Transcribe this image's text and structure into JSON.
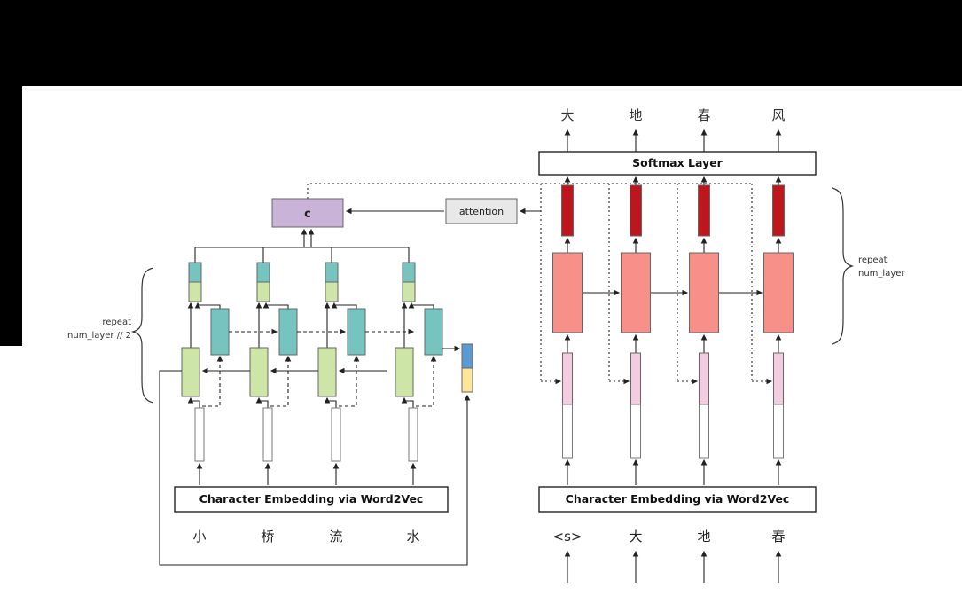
{
  "encoder": {
    "input_chars": [
      "小",
      "桥",
      "流",
      "水"
    ],
    "embedding_label": "Character Embedding via Word2Vec",
    "repeat_line1": "repeat",
    "repeat_line2": "num_layer // 2"
  },
  "decoder": {
    "input_chars": [
      "<s>",
      "大",
      "地",
      "春"
    ],
    "output_chars": [
      "大",
      "地",
      "春",
      "风"
    ],
    "softmax_label": "Softmax Layer",
    "embedding_label": "Character Embedding via Word2Vec",
    "repeat_line1": "repeat",
    "repeat_line2": "num_layer"
  },
  "attention": {
    "label": "attention"
  },
  "context": {
    "label": "c"
  },
  "colors": {
    "salmon": "#F8908A",
    "dark_red": "#BE161D",
    "pink": "#F4CCDF",
    "light_green": "#CDE5A7",
    "teal": "#76C4C0",
    "purple": "#C9B3D8",
    "attention_gray": "#E8E8E8",
    "blue": "#5B9BD5",
    "yellow": "#FFE599",
    "black_bar": "#000000"
  }
}
